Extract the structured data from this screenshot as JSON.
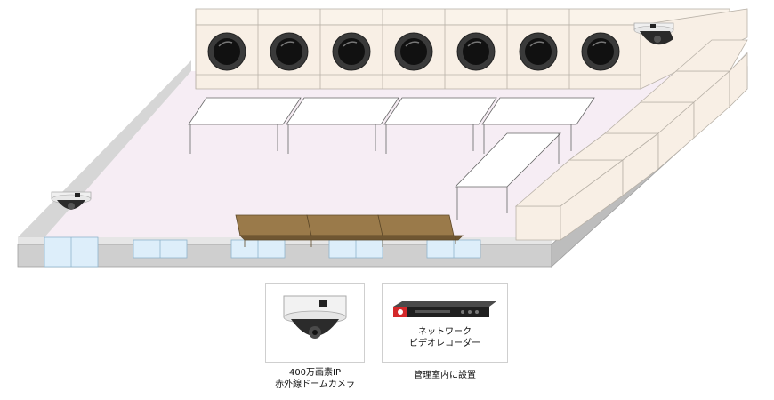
{
  "devices": {
    "camera": {
      "name_line1": "400万画素IP",
      "name_line2": "赤外線ドームカメラ",
      "icon": "dome-camera-icon"
    },
    "recorder": {
      "name_line1": "ネットワーク",
      "name_line2": "ビデオレコーダー",
      "location": "管理室内に設置",
      "icon": "network-video-recorder-icon"
    }
  },
  "scene": {
    "floor_color": "#f6edf4",
    "wall_color": "#d9d9d9",
    "machine_color": "#f8efe5",
    "window_color": "#ddeefa",
    "bench_color": "#9a7a4a",
    "washer_count": 7
  }
}
